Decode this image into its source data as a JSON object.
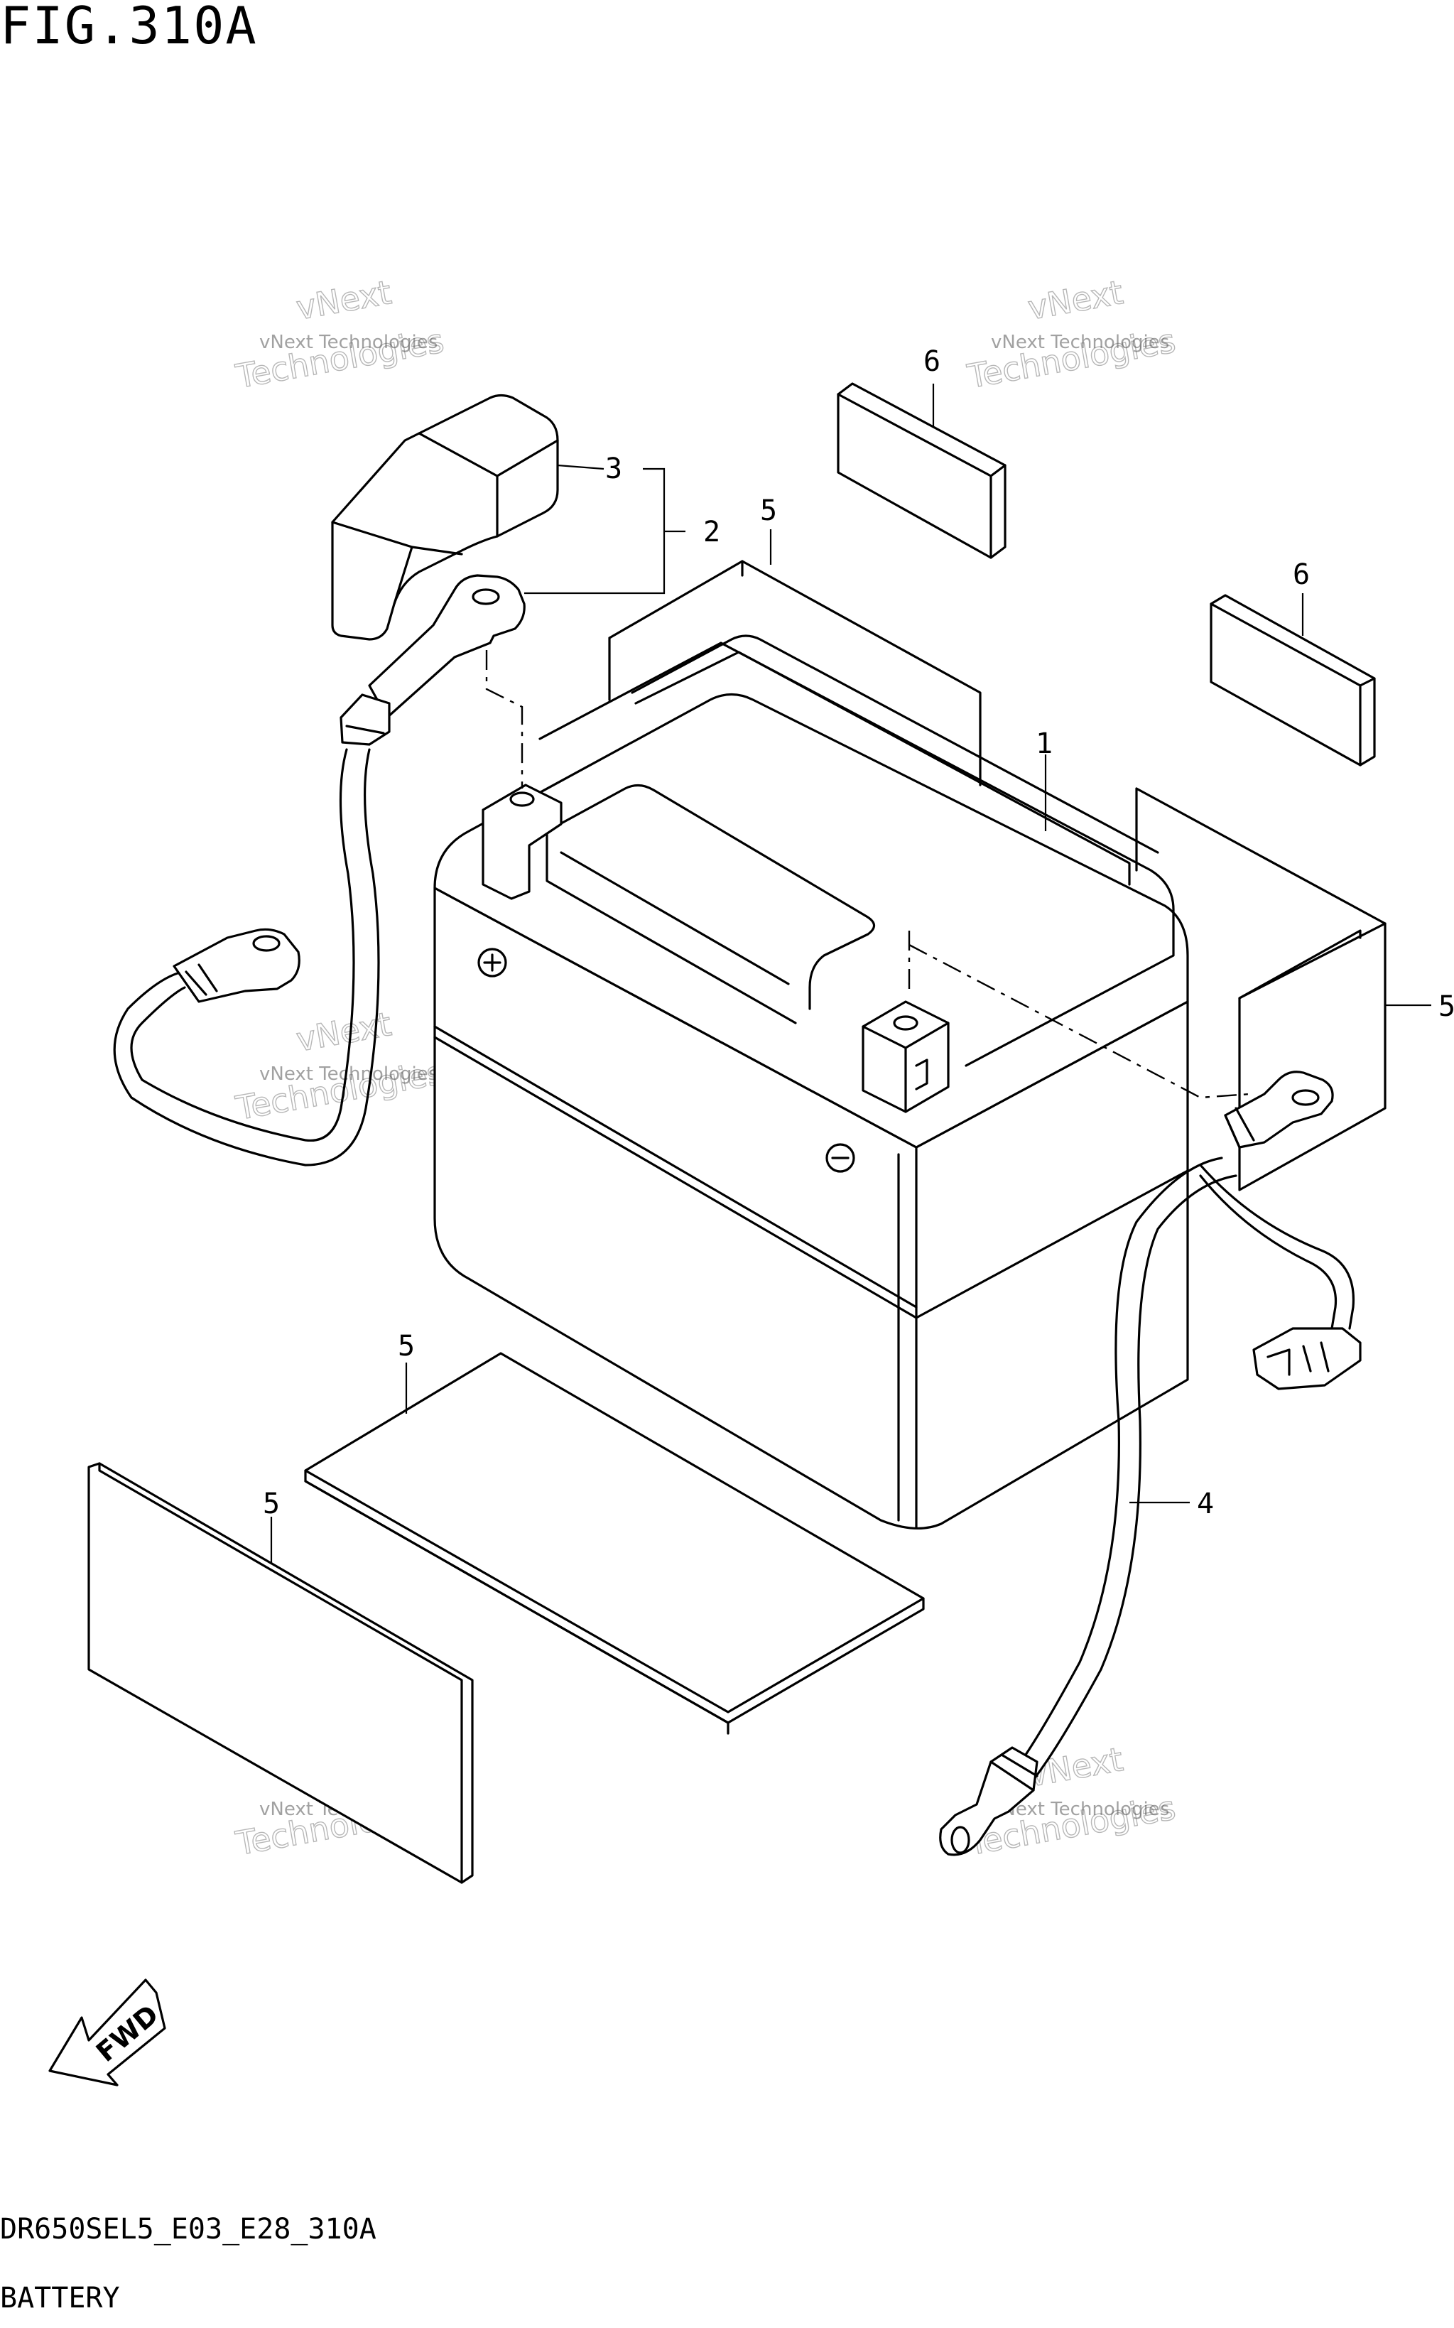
{
  "figure": {
    "title": "FIG.310A",
    "code": "DR650SEL5_E03_E28_310A",
    "name": "BATTERY"
  },
  "callouts": [
    "1",
    "2",
    "3",
    "4",
    "5",
    "5",
    "5",
    "5",
    "6",
    "6"
  ],
  "watermark": {
    "line1": "vNext Technologies",
    "line2": "vNext",
    "line3": "Technologies"
  },
  "fwd_label": "FWD",
  "terminal_marks": {
    "positive": "+",
    "negative": "−"
  }
}
